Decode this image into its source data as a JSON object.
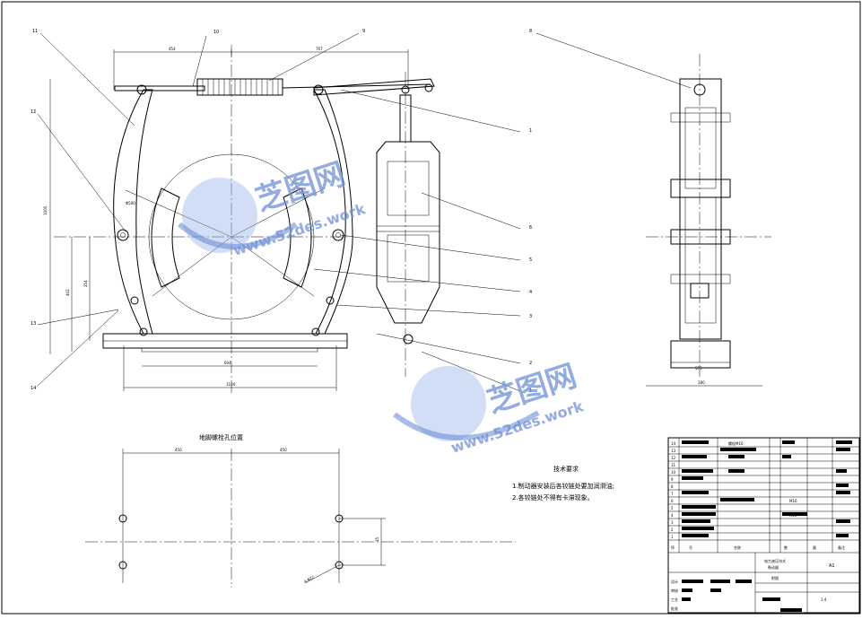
{
  "drawing": {
    "mounting_title": "地脚螺栓孔位置",
    "notes_title": "技术要求",
    "notes": [
      "1.制动器安装后各铰链处要加润滑油;",
      "2.各铰链处不得有卡滞现象。"
    ],
    "callouts": [
      "11",
      "10",
      "9",
      "8",
      "12",
      "1",
      "6",
      "5",
      "4",
      "3",
      "13",
      "2",
      "14",
      "1"
    ],
    "dims": {
      "top_left": "454",
      "top_right": "767",
      "height_total": "1000",
      "mid_a": "402",
      "mid_b": "254",
      "shoe_label": "Φ500",
      "base_inner": "604",
      "base_outer": "1104",
      "side_base": "555",
      "side_width": "280",
      "mount_left": "450",
      "mount_right": "450",
      "small_a": "15",
      "small_b": "4-Φ22"
    }
  },
  "watermark": {
    "brand": "芝图网",
    "url": "www.52des.work"
  },
  "title_block": {
    "title_lines": [
      "电力液压块式",
      "制动器",
      "附图"
    ],
    "sheet_size": "A1",
    "scale": "1:4",
    "parts_mid_a": "螺栓M16",
    "parts_mid_b": "M16",
    "parts_mid_c": "M20",
    "index_numbers": [
      "14",
      "13",
      "12",
      "11",
      "10",
      "9",
      "8",
      "7",
      "6",
      "5",
      "4",
      "3",
      "2",
      "1"
    ],
    "header_glyphs": [
      "序",
      "号",
      "名称",
      "数",
      "量",
      "备注"
    ],
    "signature_marks": [
      "设计",
      "审核",
      "工艺",
      "批准"
    ]
  },
  "colors": {
    "line": "#000000",
    "watermark": "#6f8fd6"
  }
}
